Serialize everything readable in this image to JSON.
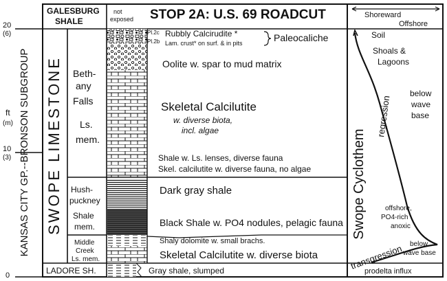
{
  "title": "STOP 2A: U.S. 69 ROADCUT",
  "not_exposed": [
    "not",
    "exposed"
  ],
  "galesburg": [
    "GALESBURG",
    "SHALE"
  ],
  "ladore": "LADORE SH.",
  "group": "KANSAS CITY GP.--BRONSON SUBGROUP",
  "formation": "SWOPE LIMESTONE",
  "bethany": [
    "Beth-",
    "any",
    "Falls",
    "Ls.",
    "mem."
  ],
  "hushpuckney": [
    "Hush-",
    "puckney",
    "Shale",
    "mem."
  ],
  "middle_creek": [
    "Middle",
    "Creek",
    "Ls. mem."
  ],
  "scale": {
    "unit_ft": "ft",
    "unit_m": "(m)",
    "t20": "20",
    "t20m": "(6)",
    "t10": "10",
    "t10m": "(3)",
    "t0": "0"
  },
  "pl_labels": [
    "Pl.2c",
    "Pl.2b"
  ],
  "lithology": {
    "rubbly": "Rubbly Calcirudite *",
    "lam": "Lam. crust* on surf. & in pits",
    "paleocaliche": "Paleocaliche",
    "oolite": "Oolite w. spar to mud matrix",
    "skeletal1": "Skeletal Calcilutite",
    "skeletal1b": "w. diverse biota,",
    "skeletal1c": "incl. algae",
    "shale_ls": "Shale w. Ls. lenses, diverse fauna",
    "skel_calc": "Skel. calcilutite w. diverse fauna, no algae",
    "dark_gray": "Dark gray shale",
    "black_shale": "Black Shale w. PO4 nodules, pelagic fauna",
    "shaly_dol": "Shaly dolomite w. small brachs.",
    "skeletal2": "Skeletal Calcilutite w. diverse biota",
    "gray_shale": "Gray shale, slumped"
  },
  "cyclothem": {
    "header_left": "Shoreward",
    "header_right": "Offshore",
    "name": "Swope Cyclothem",
    "soil": "Soil",
    "shoals1": "Shoals &",
    "shoals2": "Lagoons",
    "below1": "below",
    "below2": "wave",
    "below3": "base",
    "regression": "regression",
    "transgression": "transgression",
    "offshore1": "offshore,",
    "offshore2": "PO4-rich",
    "offshore3": "anoxic",
    "below_wave1": "below",
    "below_wave2": "wave base",
    "prodelta": "prodelta influx"
  }
}
